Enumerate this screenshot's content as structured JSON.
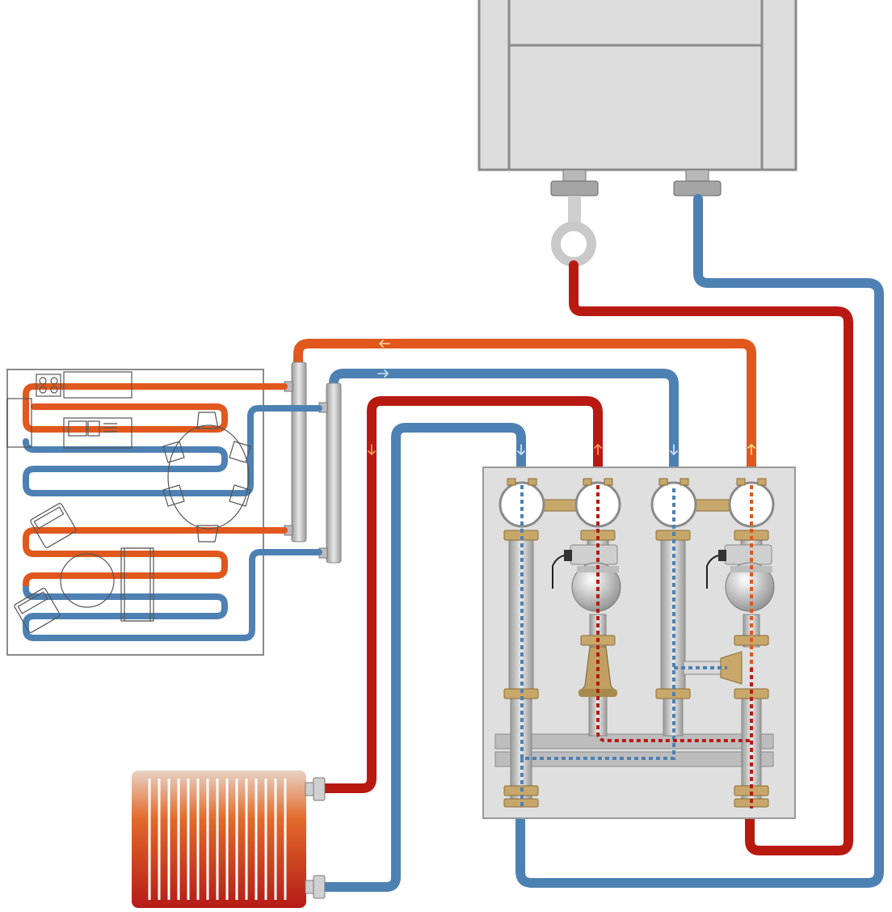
{
  "diagram": {
    "colors": {
      "supply_red": "#b81a12",
      "supply_orange": "#e0581c",
      "return_blue": "#4e81b3",
      "return_light_blue": "#5aa8e0",
      "boiler_fill": "#dcdcdc",
      "boiler_stroke": "#888888",
      "panel_fill": "#dfdfdf",
      "manifold_fill": "#bdbdbd",
      "brass": "#c8a86a",
      "floorplan_line": "#555555"
    },
    "components": [
      "boiler",
      "hydraulic-distribution-panel",
      "underfloor-heating-manifold",
      "radiator",
      "floor-plan"
    ],
    "flow_indicators": [
      "arrow-left",
      "arrow-right",
      "arrow-down",
      "arrow-up",
      "arrow-down",
      "arrow-up",
      "arrow-down"
    ]
  }
}
